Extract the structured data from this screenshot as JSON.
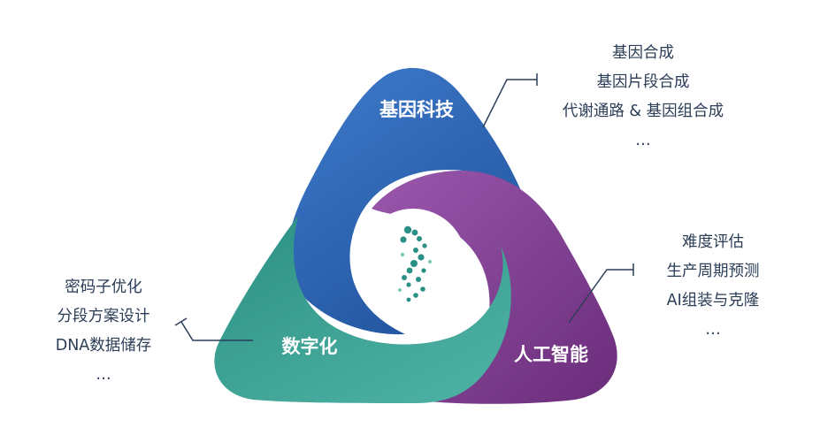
{
  "segments": [
    {
      "key": "gene",
      "label": "基因科技",
      "items": [
        "基因合成",
        "基因片段合成",
        "代谢通路 & 基因组合成",
        "…"
      ]
    },
    {
      "key": "ai",
      "label": "人工智能",
      "items": [
        "难度评估",
        "生产周期预测",
        "AI组装与克隆",
        "…"
      ]
    },
    {
      "key": "digital",
      "label": "数字化",
      "items": [
        "密码子优化",
        "分段方案设计",
        "DNA数据储存",
        "…"
      ]
    }
  ],
  "colors": {
    "gene": "#2f64b4",
    "ai": "#7d3a8c",
    "digital": "#2b8a7f",
    "text": "#2b3d57",
    "dna_icon": "#2a8f85"
  },
  "icons": {
    "center": "dna-helix-icon"
  }
}
